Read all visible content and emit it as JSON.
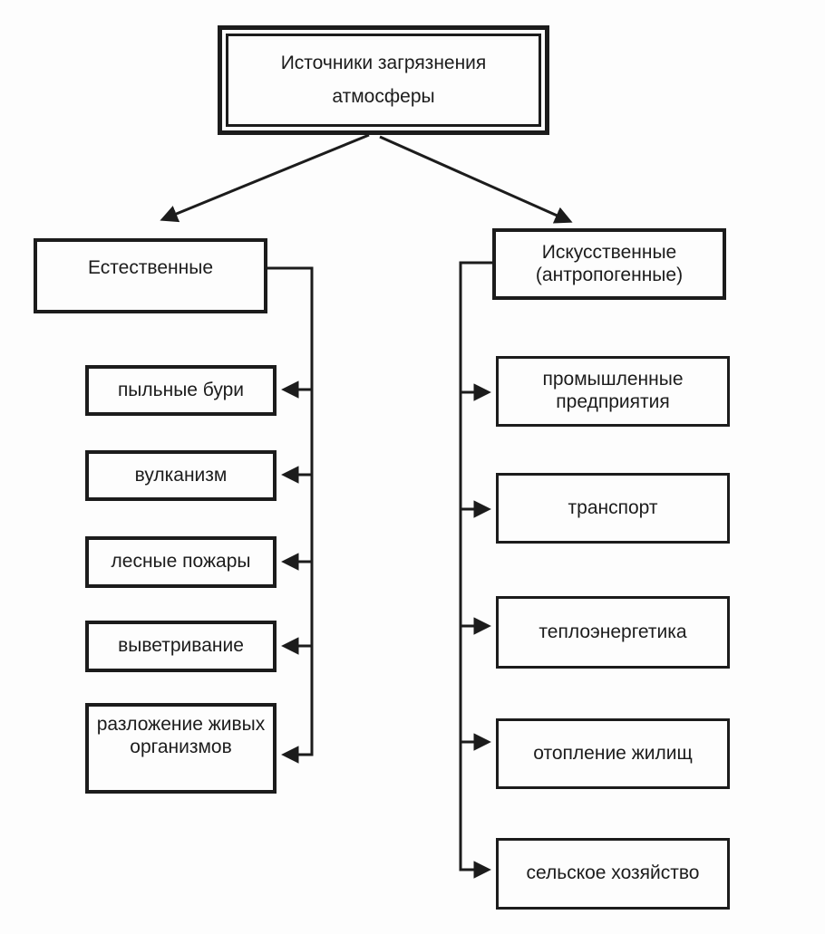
{
  "colors": {
    "ink": "#1c1c1c",
    "paper": "#fdfdfd"
  },
  "root": {
    "label": "Источники загрязнения атмосферы"
  },
  "natural": {
    "label": "Естественные",
    "items": [
      {
        "label": "пыльные бури"
      },
      {
        "label": "вулканизм"
      },
      {
        "label": "лесные пожары"
      },
      {
        "label": "выветривание"
      },
      {
        "label": "разложение живых организмов"
      }
    ]
  },
  "artificial": {
    "label": "Искусственные (антропогенные)",
    "items": [
      {
        "label": "промышленные предприятия"
      },
      {
        "label": "транспорт"
      },
      {
        "label": "теплоэнергетика"
      },
      {
        "label": "отопление жилищ"
      },
      {
        "label": "сельское хозяйство"
      }
    ]
  }
}
